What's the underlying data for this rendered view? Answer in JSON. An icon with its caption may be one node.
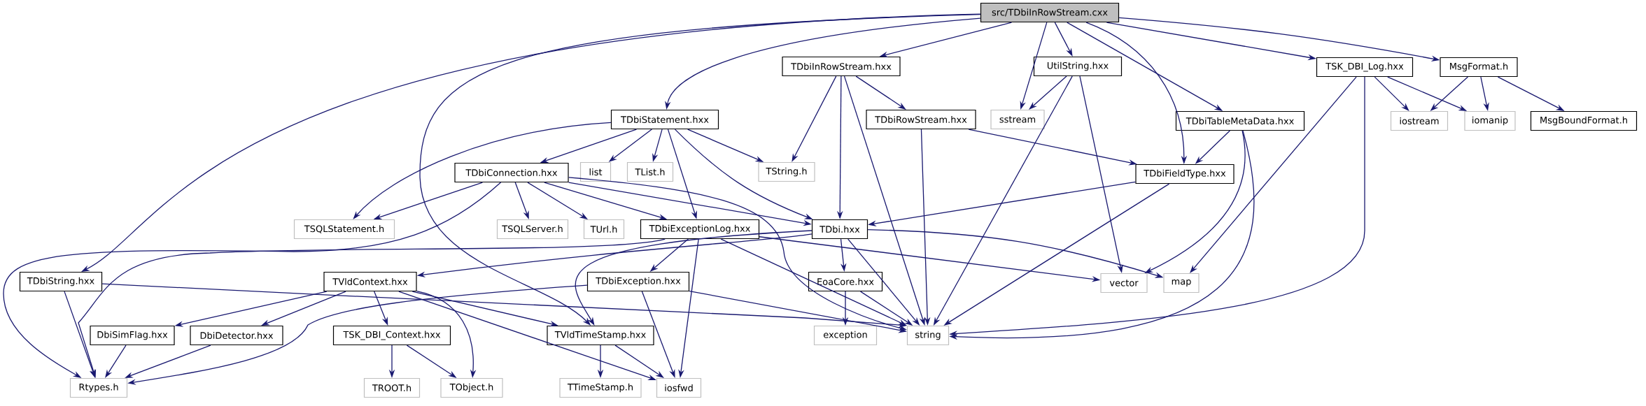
{
  "diagram": {
    "nodes": [
      {
        "text": [
          "src/TDbiInRowStream.cxx"
        ]
      },
      {
        "text": [
          "TDbiStatement.hxx"
        ]
      },
      {
        "text": [
          "TDbiInRowStream.hxx"
        ]
      },
      {
        "text": [
          "UtilString.hxx"
        ]
      },
      {
        "text": [
          "sstream"
        ]
      },
      {
        "text": [
          "TSK_DBI_Log.hxx"
        ]
      },
      {
        "text": [
          "MsgFormat.h"
        ]
      },
      {
        "text": [
          "list"
        ]
      },
      {
        "text": [
          "TList.h"
        ]
      },
      {
        "text": [
          "TString.h"
        ]
      },
      {
        "text": [
          "TDbiRowStream.hxx"
        ]
      },
      {
        "text": [
          "TDbiTableMetaData.hxx"
        ]
      },
      {
        "text": [
          "iostream"
        ]
      },
      {
        "text": [
          "iomanip"
        ]
      },
      {
        "text": [
          "MsgBoundFormat.h"
        ]
      },
      {
        "text": [
          "TDbiConnection.hxx"
        ]
      },
      {
        "text": [
          "TDbiFieldType.hxx"
        ]
      },
      {
        "text": [
          "TSQLStatement.h"
        ]
      },
      {
        "text": [
          "TSQLServer.h"
        ]
      },
      {
        "text": [
          "TUrl.h"
        ]
      },
      {
        "text": [
          "TDbiExceptionLog.hxx"
        ]
      },
      {
        "text": [
          "TDbi.hxx"
        ]
      },
      {
        "text": [
          "TDbiString.hxx"
        ]
      },
      {
        "text": [
          "TVldContext.hxx"
        ]
      },
      {
        "text": [
          "TDbiException.hxx"
        ]
      },
      {
        "text": [
          "EoaCore.hxx"
        ]
      },
      {
        "text": [
          "vector"
        ]
      },
      {
        "text": [
          "map"
        ]
      },
      {
        "text": [
          "DbiSimFlag.hxx"
        ]
      },
      {
        "text": [
          "DbiDetector.hxx"
        ]
      },
      {
        "text": [
          "TSK_DBI_Context.hxx"
        ]
      },
      {
        "text": [
          "TVldTimeStamp.hxx"
        ]
      },
      {
        "text": [
          "exception"
        ]
      },
      {
        "text": [
          "string"
        ]
      },
      {
        "text": [
          "Rtypes.h"
        ]
      },
      {
        "text": [
          "TROOT.h"
        ]
      },
      {
        "text": [
          "TObject.h"
        ]
      },
      {
        "text": [
          "TTimeStamp.h"
        ]
      },
      {
        "text": [
          "iosfwd"
        ]
      }
    ],
    "edges": [
      {
        "from": 0,
        "to": 22,
        "arrow": "to"
      },
      {
        "from": 0,
        "to": 31,
        "arrow": "to"
      },
      {
        "from": 0,
        "to": 1,
        "arrow": "to"
      },
      {
        "from": 0,
        "to": 2,
        "arrow": "to"
      },
      {
        "from": 0,
        "to": 4,
        "arrow": "to"
      },
      {
        "from": 0,
        "to": 3,
        "arrow": "to"
      },
      {
        "from": 0,
        "to": 16,
        "arrow": "to"
      },
      {
        "from": 0,
        "to": 11,
        "arrow": "to"
      },
      {
        "from": 0,
        "to": 5,
        "arrow": "to"
      },
      {
        "from": 0,
        "to": 6,
        "arrow": "to"
      },
      {
        "from": 2,
        "to": 9,
        "arrow": "to"
      },
      {
        "from": 2,
        "to": 21,
        "arrow": "to"
      },
      {
        "from": 2,
        "to": 33,
        "arrow": "to"
      },
      {
        "from": 2,
        "to": 10,
        "arrow": "to"
      },
      {
        "from": 3,
        "to": 4,
        "arrow": "to"
      },
      {
        "from": 3,
        "to": 33,
        "arrow": "to"
      },
      {
        "from": 3,
        "to": 26,
        "arrow": "to"
      },
      {
        "from": 5,
        "to": 12,
        "arrow": "to"
      },
      {
        "from": 5,
        "to": 13,
        "arrow": "to"
      },
      {
        "from": 5,
        "to": 27,
        "arrow": "to"
      },
      {
        "from": 5,
        "to": 33,
        "arrow": "to"
      },
      {
        "from": 6,
        "to": 12,
        "arrow": "to"
      },
      {
        "from": 6,
        "to": 13,
        "arrow": "to"
      },
      {
        "from": 6,
        "to": 14,
        "arrow": "to"
      },
      {
        "from": 1,
        "to": 17,
        "arrow": "to"
      },
      {
        "from": 1,
        "to": 15,
        "arrow": "to"
      },
      {
        "from": 1,
        "to": 7,
        "arrow": "to"
      },
      {
        "from": 1,
        "to": 8,
        "arrow": "to"
      },
      {
        "from": 1,
        "to": 9,
        "arrow": "to"
      },
      {
        "from": 1,
        "to": 20,
        "arrow": "to"
      },
      {
        "from": 1,
        "to": 21,
        "arrow": "to"
      },
      {
        "from": 10,
        "to": 16,
        "arrow": "to"
      },
      {
        "from": 10,
        "to": 33,
        "arrow": "to"
      },
      {
        "from": 11,
        "to": 16,
        "arrow": "to"
      },
      {
        "from": 11,
        "to": 26,
        "arrow": "to"
      },
      {
        "from": 11,
        "to": 33,
        "arrow": "to"
      },
      {
        "from": 16,
        "to": 21,
        "arrow": "to"
      },
      {
        "from": 16,
        "to": 33,
        "arrow": "to"
      },
      {
        "from": 15,
        "to": 17,
        "arrow": "to"
      },
      {
        "from": 15,
        "to": 34,
        "arrow": "to"
      },
      {
        "from": 15,
        "to": 18,
        "arrow": "to"
      },
      {
        "from": 15,
        "to": 19,
        "arrow": "to"
      },
      {
        "from": 15,
        "to": 20,
        "arrow": "to"
      },
      {
        "from": 15,
        "to": 21,
        "arrow": "to"
      },
      {
        "from": 15,
        "to": 33,
        "arrow": "to"
      },
      {
        "from": 20,
        "to": 24,
        "arrow": "to"
      },
      {
        "from": 20,
        "to": 38,
        "arrow": "to"
      },
      {
        "from": 20,
        "to": 33,
        "arrow": "to"
      },
      {
        "from": 20,
        "to": 26,
        "arrow": "to"
      },
      {
        "from": 20,
        "to": 34,
        "arrow": "to"
      },
      {
        "from": 24,
        "to": 38,
        "arrow": "to"
      },
      {
        "from": 24,
        "to": 33,
        "arrow": "to"
      },
      {
        "from": 24,
        "to": 34,
        "arrow": "to"
      },
      {
        "from": 21,
        "to": 23,
        "arrow": "to"
      },
      {
        "from": 21,
        "to": 31,
        "arrow": "to"
      },
      {
        "from": 21,
        "to": 25,
        "arrow": "to"
      },
      {
        "from": 21,
        "to": 33,
        "arrow": "to"
      },
      {
        "from": 21,
        "to": 27,
        "arrow": "to"
      },
      {
        "from": 22,
        "to": 34,
        "arrow": "to"
      },
      {
        "from": 22,
        "to": 33,
        "arrow": "to"
      },
      {
        "from": 23,
        "to": 28,
        "arrow": "to"
      },
      {
        "from": 23,
        "to": 29,
        "arrow": "to"
      },
      {
        "from": 23,
        "to": 30,
        "arrow": "to"
      },
      {
        "from": 23,
        "to": 36,
        "arrow": "to"
      },
      {
        "from": 23,
        "to": 31,
        "arrow": "to"
      },
      {
        "from": 23,
        "to": 38,
        "arrow": "to"
      },
      {
        "from": 30,
        "to": 35,
        "arrow": "to"
      },
      {
        "from": 30,
        "to": 36,
        "arrow": "to"
      },
      {
        "from": 28,
        "to": 34,
        "arrow": "to"
      },
      {
        "from": 29,
        "to": 34,
        "arrow": "to"
      },
      {
        "from": 31,
        "to": 37,
        "arrow": "to"
      },
      {
        "from": 31,
        "to": 38,
        "arrow": "to"
      },
      {
        "from": 25,
        "to": 32,
        "arrow": "to"
      },
      {
        "from": 25,
        "to": 33,
        "arrow": "to"
      }
    ]
  }
}
